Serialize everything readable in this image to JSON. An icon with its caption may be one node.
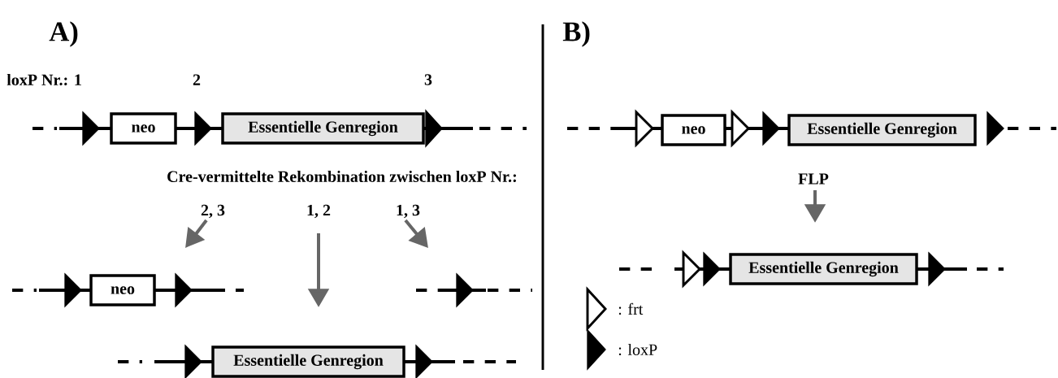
{
  "diagram": {
    "nodes": [
      {
        "text": [
          "neo"
        ]
      },
      {
        "text": [
          "Essentielle Genregion"
        ]
      },
      {
        "text": [
          "neo"
        ]
      },
      {
        "text": [
          "Essentielle Genregion"
        ]
      },
      {
        "text": [
          "neo"
        ]
      },
      {
        "text": [
          "Essentielle Genregion"
        ]
      },
      {
        "text": [
          "Essentielle Genregion"
        ]
      }
    ],
    "labels": [
      "A)",
      "B)",
      "loxP Nr.: 1",
      "2",
      "3",
      "Cre-vermittelte Rekombination zwischen loxP Nr.:",
      "2, 3",
      "1, 2",
      "1, 3",
      "FLP"
    ],
    "legend": [
      {
        "text": ": frt"
      },
      {
        "text": ": loxP"
      }
    ]
  }
}
